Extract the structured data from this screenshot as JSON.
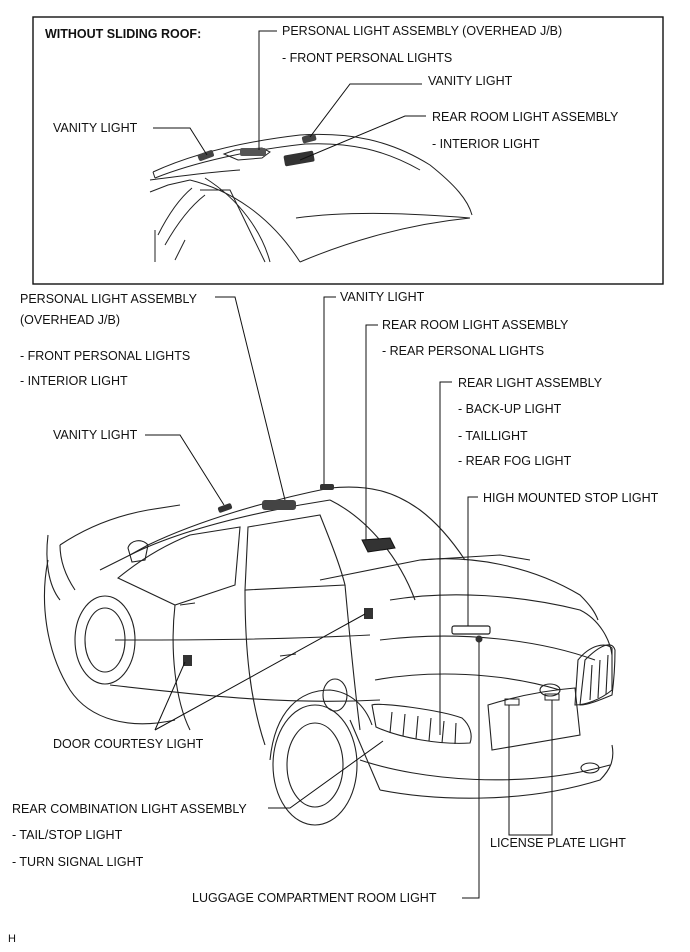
{
  "inset": {
    "heading": "WITHOUT SLIDING ROOF:",
    "personal_light": "PERSONAL LIGHT ASSEMBLY  (OVERHEAD J/B)",
    "front_personal_lights": "- FRONT PERSONAL LIGHTS",
    "vanity_light_right": "VANITY LIGHT",
    "rear_room_light": "REAR ROOM LIGHT ASSEMBLY",
    "interior_light": "- INTERIOR LIGHT",
    "vanity_light_left": "VANITY LIGHT"
  },
  "main": {
    "personal_light_line1": "PERSONAL LIGHT ASSEMBLY",
    "personal_light_line2": "(OVERHEAD J/B)",
    "front_personal_lights": "- FRONT PERSONAL LIGHTS",
    "interior_light": "- INTERIOR LIGHT",
    "vanity_light_top": "VANITY LIGHT",
    "rear_room_light": "REAR ROOM LIGHT ASSEMBLY",
    "rear_personal_lights": "- REAR PERSONAL LIGHTS",
    "rear_light_assembly": "REAR LIGHT ASSEMBLY",
    "back_up_light": "- BACK-UP LIGHT",
    "taillight": "- TAILLIGHT",
    "rear_fog_light": "- REAR FOG LIGHT",
    "vanity_light_left": "VANITY LIGHT",
    "high_mounted_stop_light": "HIGH MOUNTED STOP LIGHT",
    "door_courtesy_light": "DOOR COURTESY LIGHT",
    "rear_combination_light": "REAR COMBINATION LIGHT ASSEMBLY",
    "tail_stop_light": "- TAIL/STOP  LIGHT",
    "turn_signal_light": "- TURN SIGNAL LIGHT",
    "license_plate_light": "LICENSE PLATE LIGHT",
    "luggage_light": "LUGGAGE COMPARTMENT ROOM LIGHT"
  },
  "footer": {
    "code": "H"
  }
}
